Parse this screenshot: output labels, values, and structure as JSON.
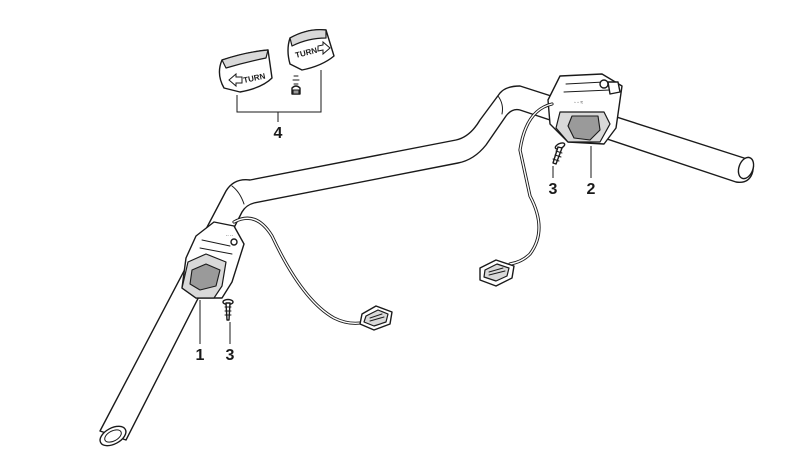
{
  "callouts": {
    "item_1": "1",
    "item_2": "2",
    "item_3_left": "3",
    "item_3_right": "3",
    "item_4": "4"
  },
  "cap_labels": {
    "left_cap": "TURN",
    "right_cap": "TURN"
  },
  "icons": {
    "left_cap_arrow": "arrow-left-outline-icon",
    "right_cap_arrow": "arrow-right-outline-icon"
  }
}
